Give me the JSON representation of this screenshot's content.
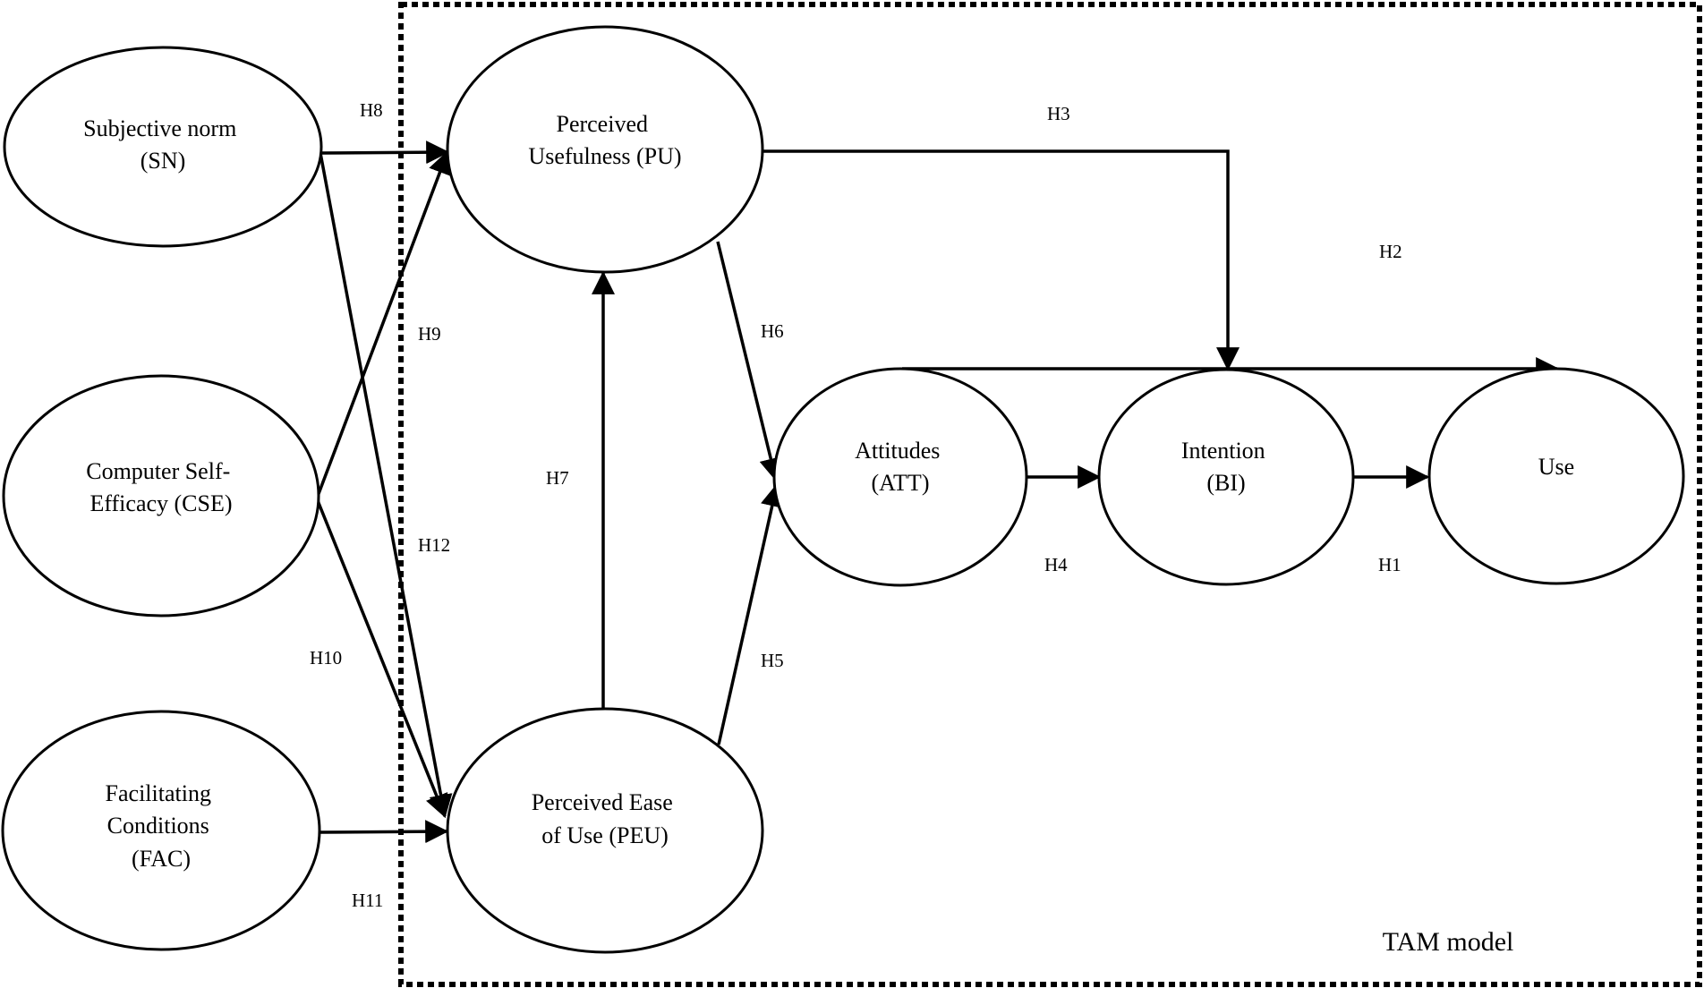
{
  "region": {
    "label": "TAM model"
  },
  "nodes": {
    "sn": {
      "lines": [
        "Subjective norm",
        "(SN)"
      ]
    },
    "cse": {
      "lines": [
        "Computer Self-",
        "Efficacy (CSE)"
      ]
    },
    "fac": {
      "lines": [
        "Facilitating",
        "Conditions",
        "(FAC)"
      ]
    },
    "pu": {
      "lines": [
        "Perceived",
        "Usefulness (PU)"
      ]
    },
    "peu": {
      "lines": [
        "Perceived Ease",
        "of Use (PEU)"
      ]
    },
    "att": {
      "lines": [
        "Attitudes",
        "(ATT)"
      ]
    },
    "bi": {
      "lines": [
        "Intention",
        "(BI)"
      ]
    },
    "use": {
      "lines": [
        "Use"
      ]
    }
  },
  "edges": [
    {
      "id": "h8",
      "label": "H8",
      "from": "sn",
      "to": "pu"
    },
    {
      "id": "h12",
      "label": "H12",
      "from": "sn",
      "to": "peu"
    },
    {
      "id": "h9",
      "label": "H9",
      "from": "cse",
      "to": "pu"
    },
    {
      "id": "h10",
      "label": "H10",
      "from": "cse",
      "to": "peu"
    },
    {
      "id": "h11",
      "label": "H11",
      "from": "fac",
      "to": "peu"
    },
    {
      "id": "h7",
      "label": "H7",
      "from": "peu",
      "to": "pu"
    },
    {
      "id": "h6",
      "label": "H6",
      "from": "pu",
      "to": "att"
    },
    {
      "id": "h5",
      "label": "H5",
      "from": "peu",
      "to": "att"
    },
    {
      "id": "h3",
      "label": "H3",
      "from": "pu",
      "to": "bi"
    },
    {
      "id": "h2",
      "label": "H2",
      "from": "att",
      "to": "use"
    },
    {
      "id": "h4",
      "label": "H4",
      "from": "att",
      "to": "bi"
    },
    {
      "id": "h1",
      "label": "H1",
      "from": "bi",
      "to": "use"
    }
  ],
  "colors": {
    "stroke": "#000000",
    "background": "#ffffff"
  }
}
